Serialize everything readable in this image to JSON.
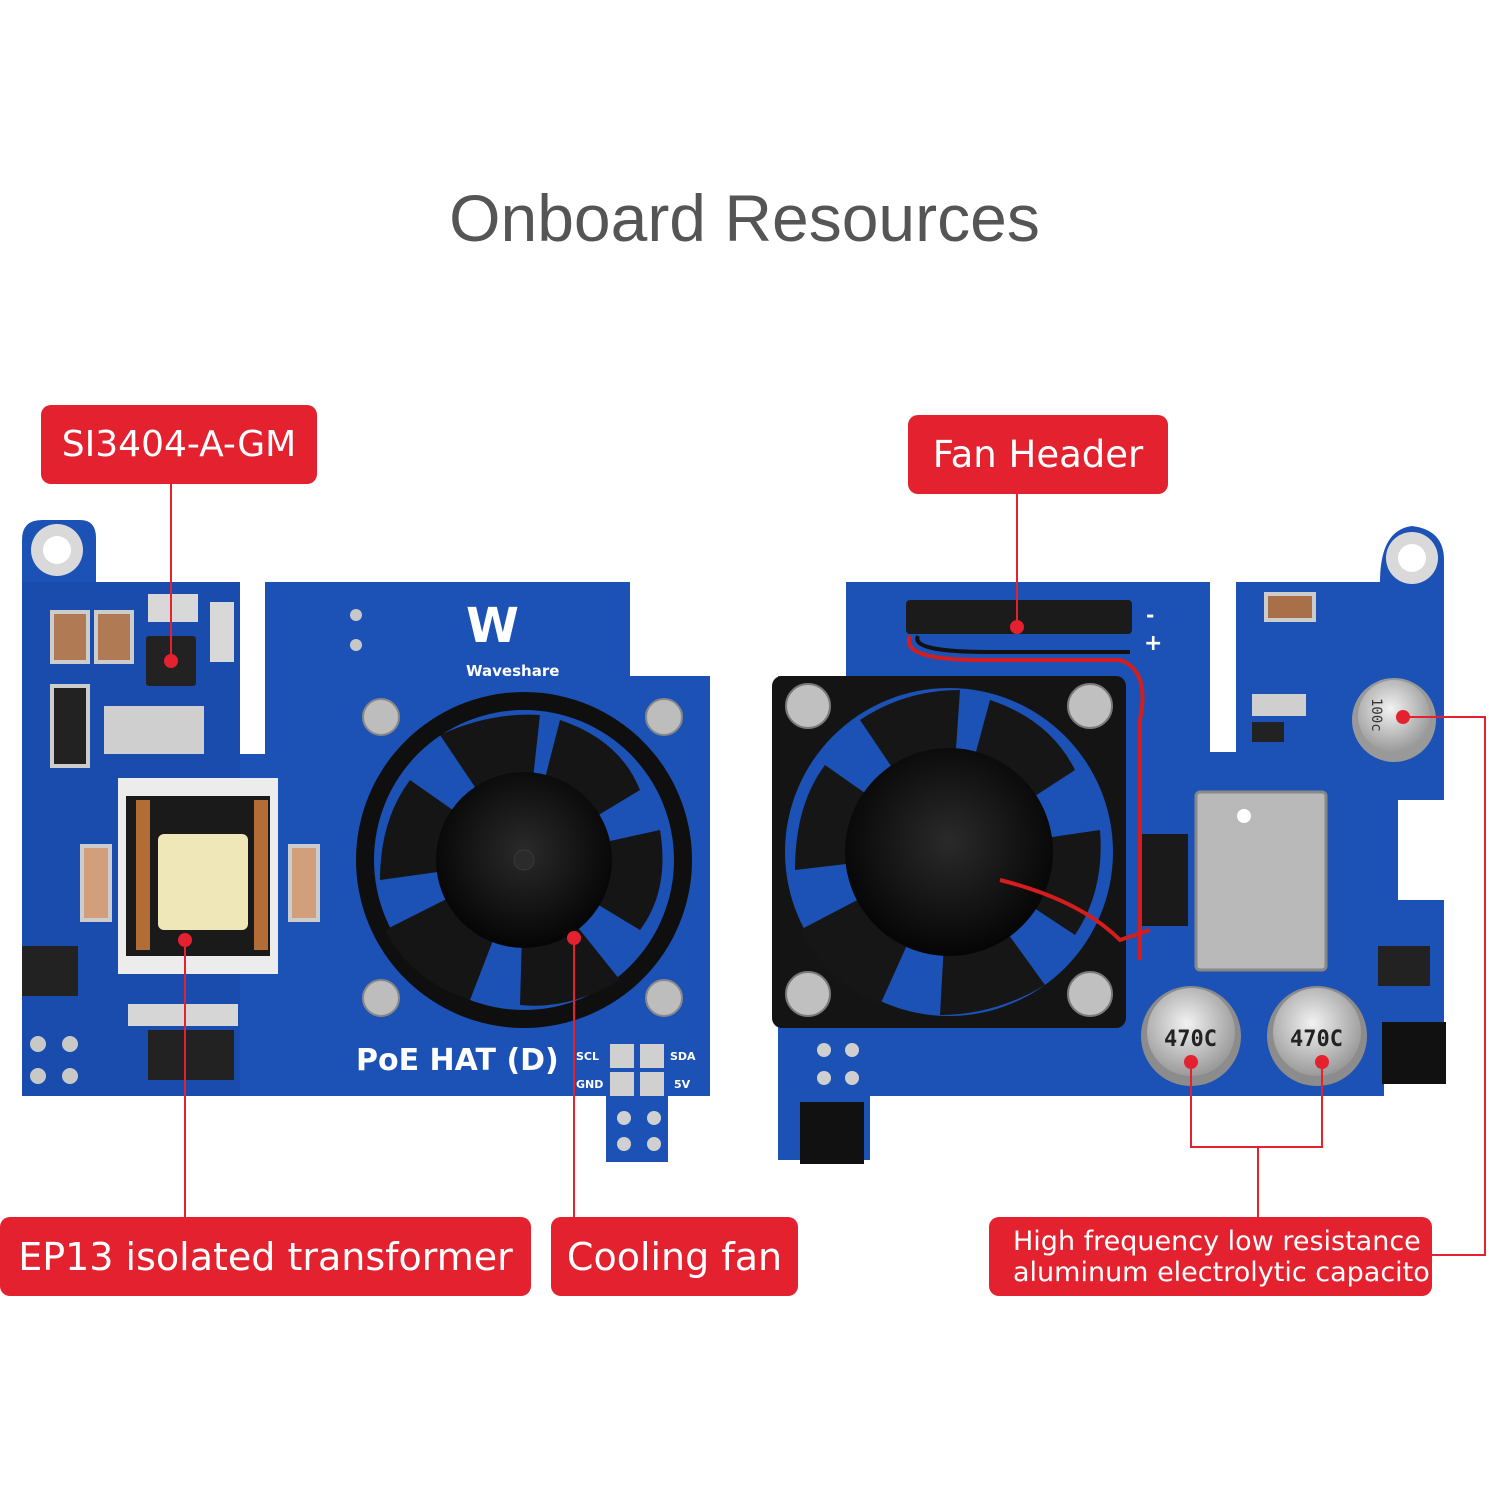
{
  "title": "Onboard Resources",
  "callouts": {
    "si3404": "SI3404-A-GM",
    "fan_header": "Fan Header",
    "transformer": "EP13 isolated transformer",
    "cooling_fan": "Cooling fan",
    "capacitor_line1": "High frequency low resistance",
    "capacitor_line2": "aluminum electrolytic capacitor"
  },
  "board_front": {
    "brand": "Waveshare",
    "model": "PoE HAT (D)",
    "pins": {
      "scl": "SCL",
      "sda": "SDA",
      "gnd": "GND",
      "v5": "5V"
    }
  },
  "board_back": {
    "polarity_minus": "-",
    "polarity_plus": "+",
    "cap_small": "100c",
    "cap_large_1": "470C",
    "cap_large_2": "470C"
  },
  "colors": {
    "callout": "#e4212f",
    "pcb": "#1c52b5",
    "pcb_dark": "#0f3a8f",
    "fan": "#111111",
    "title": "#555555"
  }
}
